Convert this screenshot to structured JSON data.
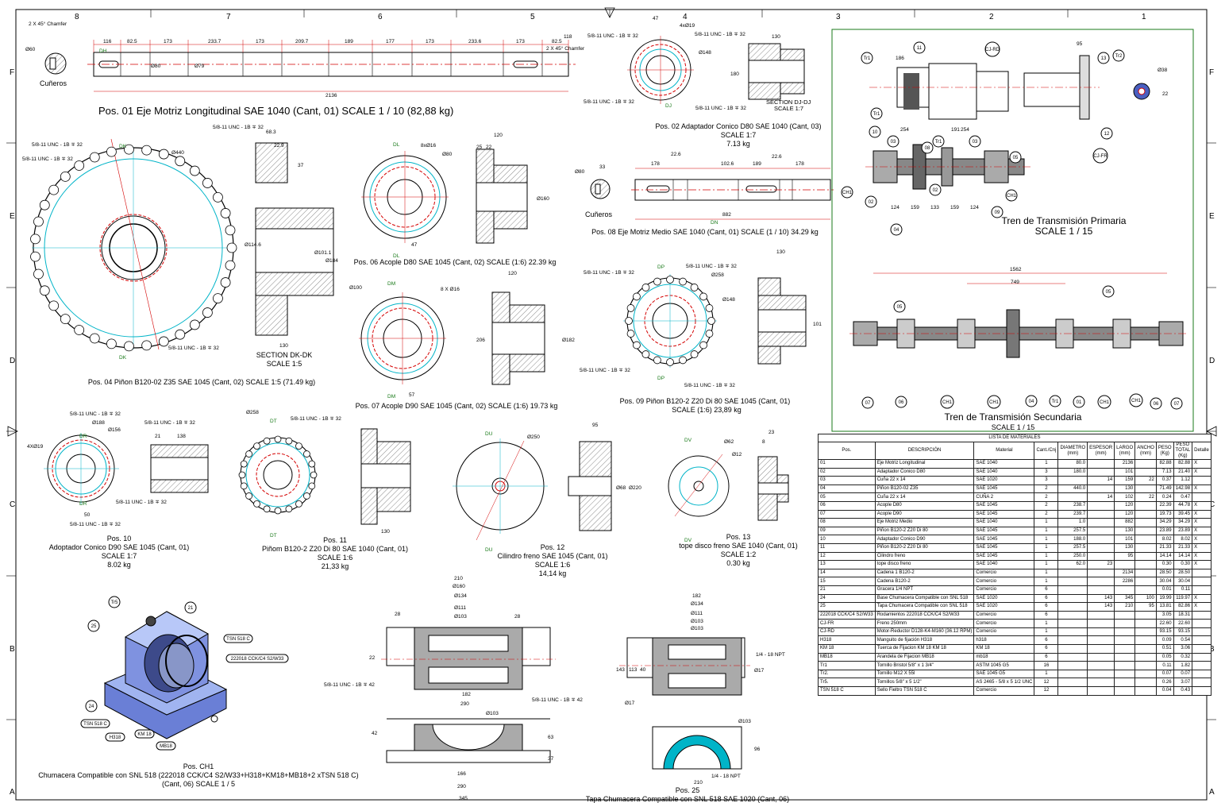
{
  "colors": {
    "dim": "#d40000",
    "center": "#00b4c8",
    "part": "#000000",
    "frame": "#1a7a1a",
    "hatch": "#555555"
  },
  "border": {
    "top_zones": [
      "8",
      "7",
      "6",
      "5",
      "4",
      "3",
      "2",
      "1"
    ],
    "side_zones": [
      "F",
      "E",
      "D",
      "C",
      "B",
      "A"
    ]
  },
  "parts": {
    "pos01": {
      "title": "Pos. 01 Eje Motriz Longitudinal  SAE 1040 (Cant, 01) SCALE 1 / 10 (82,88 kg)",
      "cunero": "Cuñeros",
      "chamfer_l": "2 X 45° Chamfer",
      "chamfer_r": "2 X 45° Chamfer",
      "dims": [
        "116",
        "82.5",
        "173",
        "233.7",
        "173",
        "209.7",
        "189",
        "177",
        "173",
        "233.6",
        "173",
        "82.5",
        "118"
      ],
      "total": "2136",
      "d60": "Ø60",
      "d80": "Ø80",
      "d79": "Ø79",
      "sec": "DH"
    },
    "pos02": {
      "title": "Pos. 02 Adaptador Conico D80  SAE 1040 (Cant, 03)",
      "scale": "SCALE 1:7",
      "mass": "7.13 kg",
      "sec": "SECTION DJ-DJ",
      "sec_scale": "SCALE 1:7",
      "thread": "5/8-11 UNC - 1B ∓ 32",
      "holes": "4xØ19",
      "d148": "Ø148",
      "d180": "180",
      "d130": "130",
      "d47": "47",
      "lbl": "DJ"
    },
    "pos04": {
      "title": "Pos. 04 Piñon B120-02 Z35  SAE 1045 (Cant, 02) SCALE 1:5 (71.49 kg)",
      "sec": "SECTION DK-DK",
      "sec_scale": "SCALE 1:5",
      "thread": "5/8-11 UNC - 1B ∓ 32",
      "d440": "Ø440",
      "d68": "68.3",
      "d22": "22.9",
      "d37": "37",
      "d130": "130",
      "d184": "Ø184",
      "d101": "Ø101.1",
      "d114": "Ø114.6",
      "lbl": "DK"
    },
    "pos06": {
      "title": "Pos. 06 Acople D80  SAE 1045 (Cant, 02)  SCALE (1:6) 22.39 kg",
      "holes": "8xØ16",
      "d80": "Ø80",
      "d120": "120",
      "d25": "25",
      "d22": "22",
      "d47": "47",
      "d160": "Ø160",
      "lbl": "DL"
    },
    "pos07": {
      "title": "Pos. 07 Acople D90  SAE 1045 (Cant, 02) SCALE (1:6) 19.73 kg",
      "holes": "8 X Ø16",
      "d100": "Ø100",
      "d120": "120",
      "d206": "206",
      "d57": "57",
      "d182": "Ø182",
      "lbl": "DM"
    },
    "pos08": {
      "title": "Pos. 08 Eje Motriz Medio  SAE 1040 (Cant, 01)  SCALE (1 / 10) 34.29 kg",
      "cunero": "Cuñeros",
      "dims": [
        "178",
        "22.6",
        "102.6",
        "189",
        "22.6",
        "178"
      ],
      "total": "882",
      "d80": "Ø80",
      "d33": "33",
      "lbl": "DN"
    },
    "pos09": {
      "title": "Pos. 09 Piñon B120-2 Z20 Di 80  SAE 1045 (Cant, 01)",
      "scale": "SCALE (1:6) 23,89 kg",
      "thread": "5/8-11 UNC - 1B ∓ 32",
      "d258": "Ø258",
      "d148": "Ø148",
      "d130": "130",
      "d101": "101",
      "lbl": "DP"
    },
    "pos10": {
      "title": "Pos. 10",
      "sub": "Adoptador Conico D90  SAE 1045 (Cant, 01)",
      "scale": "SCALE 1:7",
      "mass": "8.02 kg",
      "thread": "5/8-11 UNC - 1B ∓ 32",
      "d188": "Ø188",
      "d156": "Ø156",
      "holes": "4XØ19",
      "d138": "138",
      "d21": "21",
      "d50": "50",
      "lbl": "DR"
    },
    "pos11": {
      "title": "Pos. 11",
      "sub": "Piñom B120-2 Z20 Di 80  SAE 1040 (Cant, 01)",
      "scale": "SCALE 1:6",
      "mass": "21,33 kg",
      "thread": "5/8-11 UNC - 1B ∓ 32",
      "d258": "Ø258",
      "d130": "130",
      "lbl": "DT"
    },
    "pos12": {
      "title": "Pos. 12",
      "sub": "Cilindro freno  SAE 1045 (Cant, 01)",
      "scale": "SCALE 1:6",
      "mass": "14,14 kg",
      "d250": "Ø250",
      "d95": "95",
      "d220": "Ø220",
      "d68": "Ø68",
      "lbl": "DU"
    },
    "pos13": {
      "title": "Pos. 13",
      "sub": "tope disco freno  SAE 1040 (Cant, 01)",
      "scale": "SCALE 1:2",
      "mass": "0.30 kg",
      "d62": "Ø62",
      "d12": "Ø12",
      "d23": "23",
      "d8": "8",
      "lbl": "DV"
    },
    "posCH1": {
      "title": "Pos. CH1",
      "sub": "Chumacera Compatible con SNL 518  (222018 CCK/C4 S2/W33+H318+KM18+MB18+2 xTSN 518 C)",
      "scale": "(Cant, 06) SCALE 1 / 5",
      "balloons": [
        "Tr5",
        "21",
        "25",
        "TSN 518 C",
        "222018 CCK/C4 S2/W33",
        "24",
        "TSN 518 C",
        "H318",
        "KM 18",
        "MB18"
      ],
      "dims": [
        "210",
        "Ø160",
        "Ø134",
        "Ø111",
        "Ø103",
        "182",
        "290",
        "28",
        "28",
        "22"
      ],
      "thread": "5/8-11 UNC - 1B ∓ 42",
      "base_dims": [
        "Ø103",
        "166",
        "290",
        "345",
        "42",
        "37",
        "63"
      ]
    },
    "pos25": {
      "title": "Pos. 25",
      "sub": "Tapa Chumacera Compatible con SNL 518  SAE 1020 (Cant, 06)",
      "dims": [
        "182",
        "Ø134",
        "Ø111",
        "Ø103",
        "Ø103",
        "143",
        "113",
        "40",
        "Ø17",
        "Ø17",
        "210",
        "96",
        "Ø103"
      ],
      "npt": "1/4 - 18 NPT"
    }
  },
  "primary": {
    "title": "Tren de Transmisión  Primaria",
    "scale": "SCALE 1 / 15",
    "balloons": [
      "Tr1",
      "11",
      "CJ-RD",
      "13",
      "Tr2",
      "Tr1",
      "10",
      "12",
      "CJ-FR",
      "03",
      "08",
      "Tr1",
      "03",
      "05",
      "CH1",
      "02",
      "02",
      "CH1",
      "09",
      "04"
    ],
    "dims": [
      "186",
      "191",
      "254",
      "254",
      "124",
      "159",
      "133",
      "159",
      "124",
      "95",
      "Ø38",
      "22"
    ]
  },
  "secondary": {
    "title": "Tren de Transmisión  Secundaria",
    "scale": "SCALE 1 / 15",
    "balloons": [
      "05",
      "05",
      "07",
      "06",
      "CH1",
      "CH1",
      "04",
      "Tr1",
      "01",
      "CH1",
      "CH1",
      "06",
      "07"
    ],
    "dims": [
      "1562",
      "749"
    ]
  },
  "bom": {
    "title": "LISTA DE MATERIALES",
    "headers": [
      "Pos.",
      "DESCRIPCIÓN",
      "Material",
      "Cant./Cnj",
      "DIAMETRO (mm)",
      "ESPESOR (mm)",
      "LARGO (mm)",
      "ANCHO (mm)",
      "PESO (Kg)",
      "PESO TOTAL (Kg)",
      "Detalle"
    ],
    "rows": [
      [
        "01",
        "Eje Motriz Longitudinal",
        "SAE 1040",
        "1",
        "80.0",
        "",
        "2136",
        "",
        "82.88",
        "82.88",
        "X"
      ],
      [
        "02",
        "Adaptador Conico D80",
        "SAE 1040",
        "3",
        "180.0",
        "",
        "101",
        "",
        "7.13",
        "21.40",
        "X"
      ],
      [
        "03",
        "Cuña 22 x 14",
        "SAE 1020",
        "3",
        "",
        "14",
        "159",
        "22",
        "0.37",
        "1.12",
        ""
      ],
      [
        "04",
        "Piñon B120-02 Z35",
        "SAE 1045",
        "2",
        "440.0",
        "",
        "130",
        "",
        "71.49",
        "142.98",
        "X"
      ],
      [
        "05",
        "Cuña 22 x 14",
        "CUÑA 2",
        "2",
        "",
        "14",
        "102",
        "22",
        "0.24",
        "0.47",
        ""
      ],
      [
        "06",
        "Acople D80",
        "SAE 1045",
        "2",
        "238.7",
        "",
        "120",
        "",
        "22.39",
        "44.78",
        "X"
      ],
      [
        "07",
        "Acople D90",
        "SAE 1045",
        "2",
        "239.7",
        "",
        "120",
        "",
        "19.73",
        "39.45",
        "X"
      ],
      [
        "08",
        "Eje Motriz Medio",
        "SAE 1040",
        "1",
        "1.0",
        "",
        "882",
        "",
        "34.29",
        "34.29",
        "X"
      ],
      [
        "09",
        "Piñon B120-2 Z20 Di 80",
        "SAE 1045",
        "1",
        "257.5",
        "",
        "130",
        "",
        "23.89",
        "23.89",
        "X"
      ],
      [
        "10",
        "Adaptador Conico D90",
        "SAE 1045",
        "1",
        "188.0",
        "",
        "101",
        "",
        "8.02",
        "8.02",
        "X"
      ],
      [
        "11",
        "Piñon B120-2 Z20 Di 80",
        "SAE 1045",
        "1",
        "257.5",
        "",
        "130",
        "",
        "21.33",
        "21.33",
        "X"
      ],
      [
        "12",
        "Cilindro freno",
        "SAE 1045",
        "1",
        "250.0",
        "",
        "95",
        "",
        "14.14",
        "14.14",
        "X"
      ],
      [
        "13",
        "tope disco freno",
        "SAE 1040",
        "1",
        "62.0",
        "23",
        "",
        "",
        "0.30",
        "0.30",
        "X"
      ],
      [
        "14",
        "Cadena 1  B120-2",
        "Comercio",
        "1",
        "",
        "",
        "2134",
        "",
        "28.50",
        "28.50",
        ""
      ],
      [
        "15",
        "Cadena B120-2",
        "Comercio",
        "1",
        "",
        "",
        "2286",
        "",
        "30.04",
        "30.04",
        ""
      ],
      [
        "21",
        "Gracera 1/4 NPT",
        "Comercio",
        "6",
        "",
        "",
        "",
        "",
        "0.01",
        "0.11",
        ""
      ],
      [
        "24",
        "Base Chumacera Compatible con SNL 518",
        "SAE 1020",
        "6",
        "",
        "143",
        "345",
        "100",
        "19.99",
        "119.97",
        "X"
      ],
      [
        "25",
        "Tapa Chumacera Compatible con SNL 518",
        "SAE 1020",
        "6",
        "",
        "143",
        "210",
        "95",
        "13.81",
        "82.86",
        "X"
      ],
      [
        "222018 CCK/C4 S2/W33",
        "Rodamientos 222018 CCK/C4 S2/W33",
        "Comercio",
        "6",
        "",
        "",
        "",
        "",
        "3.05",
        "18.31",
        ""
      ],
      [
        "CJ-FR",
        "Freno 250mm",
        "Comercio",
        "1",
        "",
        "",
        "",
        "",
        "22.60",
        "22.60",
        ""
      ],
      [
        "CJ-RD",
        "Motor-Reductor D128-K4-M160 (36.12 RPM)",
        "Comercio",
        "1",
        "",
        "",
        "",
        "",
        "93.15",
        "93.15",
        ""
      ],
      [
        "H318",
        "Manguito de fijación H318",
        "h318",
        "6",
        "",
        "",
        "",
        "",
        "0.09",
        "0.54",
        ""
      ],
      [
        "KM 18",
        "Tuerca de Fijacion KM 18 KM 18",
        "KM 18",
        "6",
        "",
        "",
        "",
        "",
        "0.51",
        "3.06",
        ""
      ],
      [
        "MB18",
        "Arandela de Fijacion MB18",
        "mb18",
        "6",
        "",
        "",
        "",
        "",
        "0.05",
        "0.32",
        ""
      ],
      [
        "Tr1",
        "Tornillo Bristol 5/8\" x 1 3/4\"",
        "ASTM 1045 G5",
        "16",
        "",
        "",
        "",
        "",
        "0.11",
        "1.82",
        ""
      ],
      [
        "Tr2.",
        "Tornillo M12 X 55l",
        "SAE 1045 G5",
        "1",
        "",
        "",
        "",
        "",
        "0.07",
        "0.07",
        ""
      ],
      [
        "Tr5.",
        "Tornillos  5/8\" x 5 1/2\"",
        "AS 2465 - 5/8 x 5 1/2  UNC",
        "12",
        "",
        "",
        "",
        "",
        "0.26",
        "3.07",
        ""
      ],
      [
        "TSN 518 C",
        "Sello Fieltro TSN 518 C",
        "Comercio",
        "12",
        "",
        "",
        "",
        "",
        "0.04",
        "0.43",
        ""
      ]
    ]
  }
}
